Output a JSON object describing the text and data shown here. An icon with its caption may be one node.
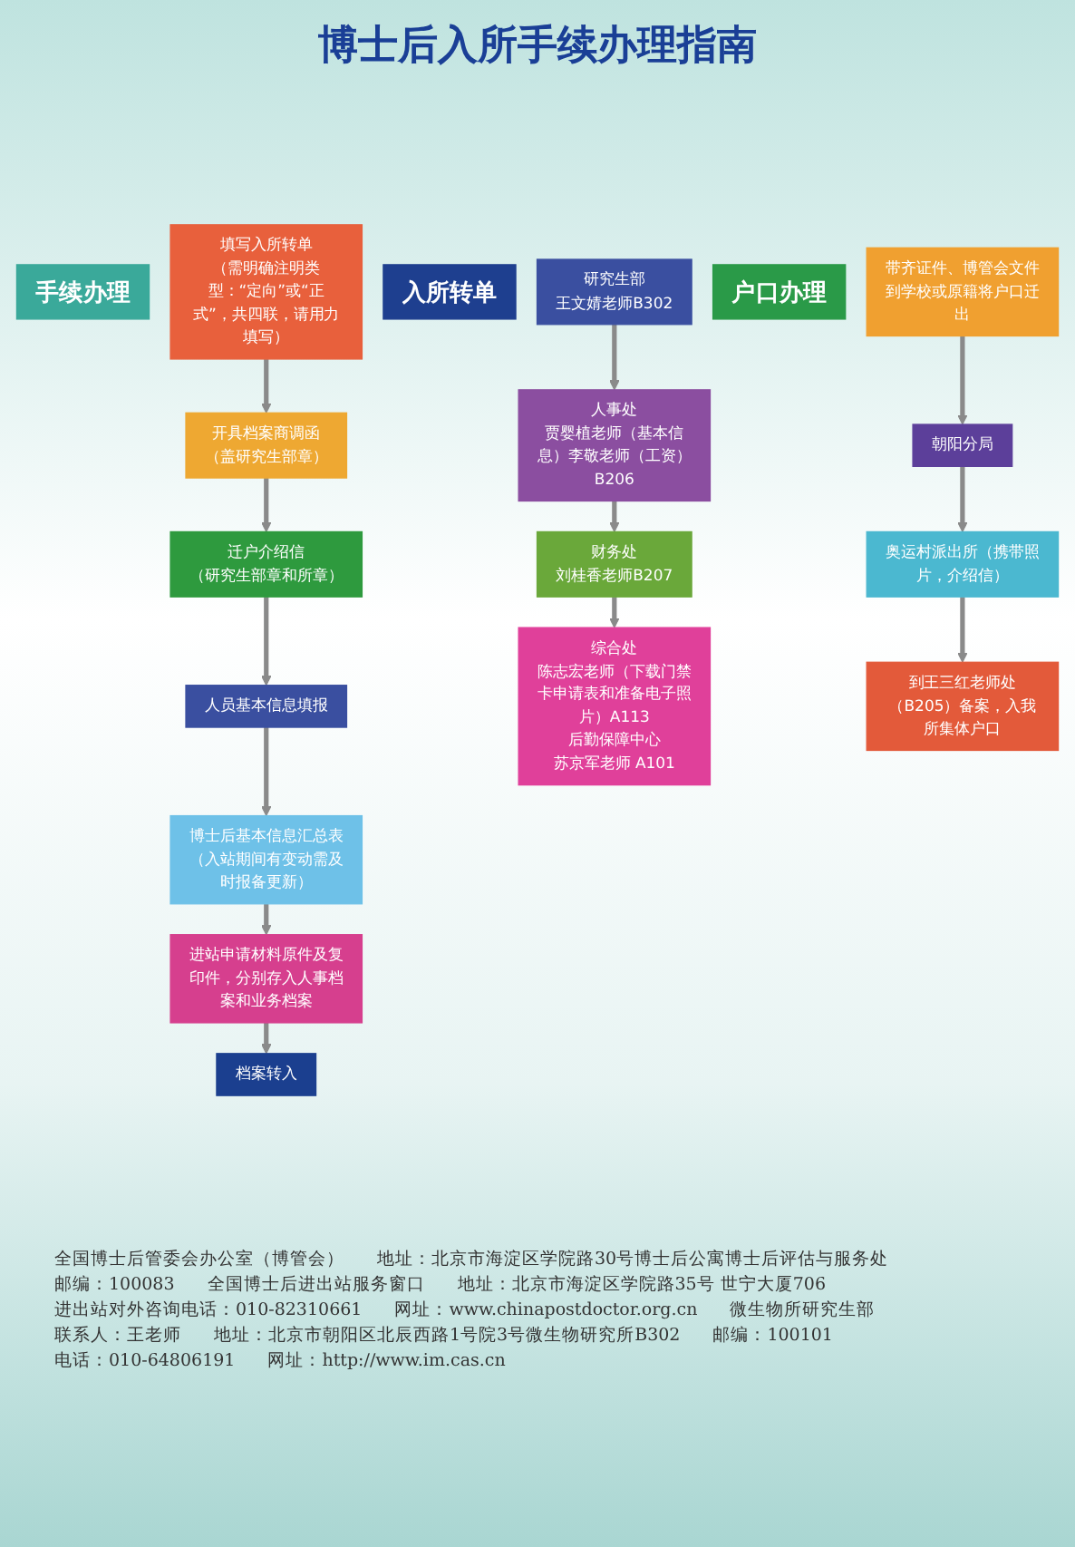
{
  "diagram": {
    "title": "博士后入所手续办理指南",
    "nodes": [
      {
        "text": [
          "手续办理"
        ]
      },
      {
        "text": [
          "填写入所转单",
          "（需明确注明类型：“定向”或“正式”，共四联，请用力填写）"
        ]
      },
      {
        "text": [
          "开具档案商调函",
          "（盖研究生部章）"
        ]
      },
      {
        "text": [
          "迁户介绍信",
          "（研究生部章和所章）"
        ]
      },
      {
        "text": [
          "人员基本信息填报"
        ]
      },
      {
        "text": [
          "博士后基本信息汇总表",
          "（入站期间有变动需及时报备更新）"
        ]
      },
      {
        "text": [
          "进站申请材料原件及复印件，分别存入人事档案和业务档案"
        ]
      },
      {
        "text": [
          "档案转入"
        ]
      },
      {
        "text": [
          "入所转单"
        ]
      },
      {
        "text": [
          "研究生部",
          "王文婧老师B302"
        ]
      },
      {
        "text": [
          "人事处",
          "贾婴植老师（基本信息）李敬老师（工资）B206"
        ]
      },
      {
        "text": [
          "财务处",
          "刘桂香老师B207"
        ]
      },
      {
        "text": [
          "综合处",
          "陈志宏老师（下载门禁卡申请表和准备电子照片）A113",
          "后勤保障中心",
          "苏京军老师 A101"
        ]
      },
      {
        "text": [
          "户口办理"
        ]
      },
      {
        "text": [
          "带齐证件、博管会文件到学校或原籍将户口迁出"
        ]
      },
      {
        "text": [
          "朝阳分局"
        ]
      },
      {
        "text": [
          "奥运村派出所（携带照片，介绍信）"
        ]
      },
      {
        "text": [
          "到王三红老师处（B205）备案，入我所集体户口"
        ]
      }
    ],
    "edges": [
      {
        "from": 1,
        "to": 2,
        "arrow": "to"
      },
      {
        "from": 2,
        "to": 3,
        "arrow": "to"
      },
      {
        "from": 3,
        "to": 4,
        "arrow": "to"
      },
      {
        "from": 4,
        "to": 5,
        "arrow": "to"
      },
      {
        "from": 5,
        "to": 6,
        "arrow": "to"
      },
      {
        "from": 6,
        "to": 7,
        "arrow": "to"
      },
      {
        "from": 9,
        "to": 10,
        "arrow": "to"
      },
      {
        "from": 10,
        "to": 11,
        "arrow": "to"
      },
      {
        "from": 11,
        "to": 12,
        "arrow": "to"
      },
      {
        "from": 14,
        "to": 15,
        "arrow": "to"
      },
      {
        "from": 15,
        "to": 16,
        "arrow": "to"
      },
      {
        "from": 16,
        "to": 17,
        "arrow": "to"
      }
    ],
    "labels": [
      "全国博士后管委会办公室（博管会）",
      "地址：北京市海淀区学院路30号博士后公寓博士后评估与服务处",
      "邮编：100083",
      "全国博士后进出站服务窗口",
      "地址：北京市海淀区学院路35号 世宁大厦706",
      "进出站对外咨询电话：010-82310661",
      "网址：www.chinapostdoctor.org.cn",
      "微生物所研究生部",
      "联系人：王老师",
      "地址：北京市朝阳区北辰西路1号院3号微生物研究所B302",
      "邮编：100101",
      "电话：010-64806191",
      "网址：http://www.im.cas.cn"
    ]
  }
}
